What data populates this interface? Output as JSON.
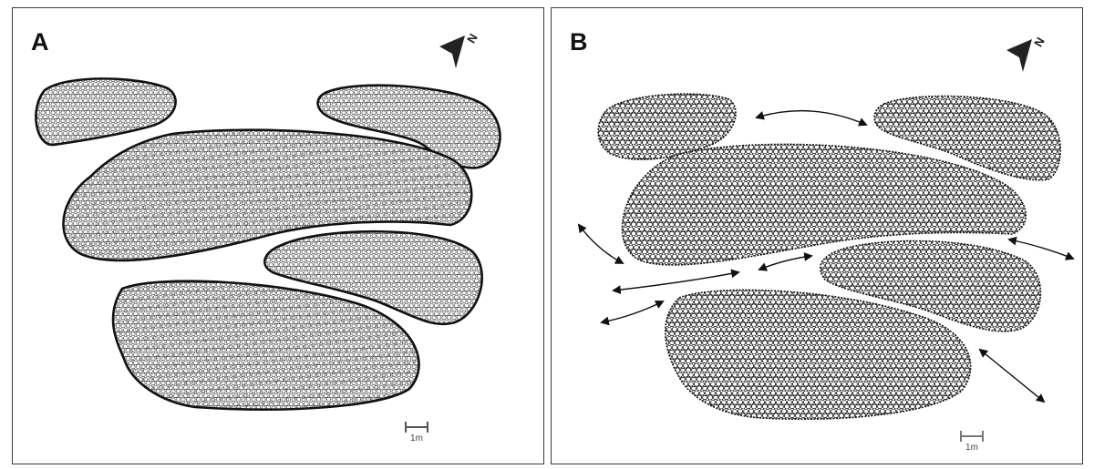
{
  "panels": [
    {
      "label": "A",
      "north_label": "N",
      "scale_label": "1m"
    },
    {
      "label": "B",
      "north_label": "N",
      "scale_label": "1m"
    }
  ],
  "colors": {
    "ink": "#111111",
    "frame": "#3a3a3a",
    "scale": "#555555",
    "texture_fill": "#f4f4f4"
  },
  "icons": {
    "north": "north-arrow-icon",
    "scale": "scale-bar-icon",
    "arrow": "double-arrow-icon"
  }
}
